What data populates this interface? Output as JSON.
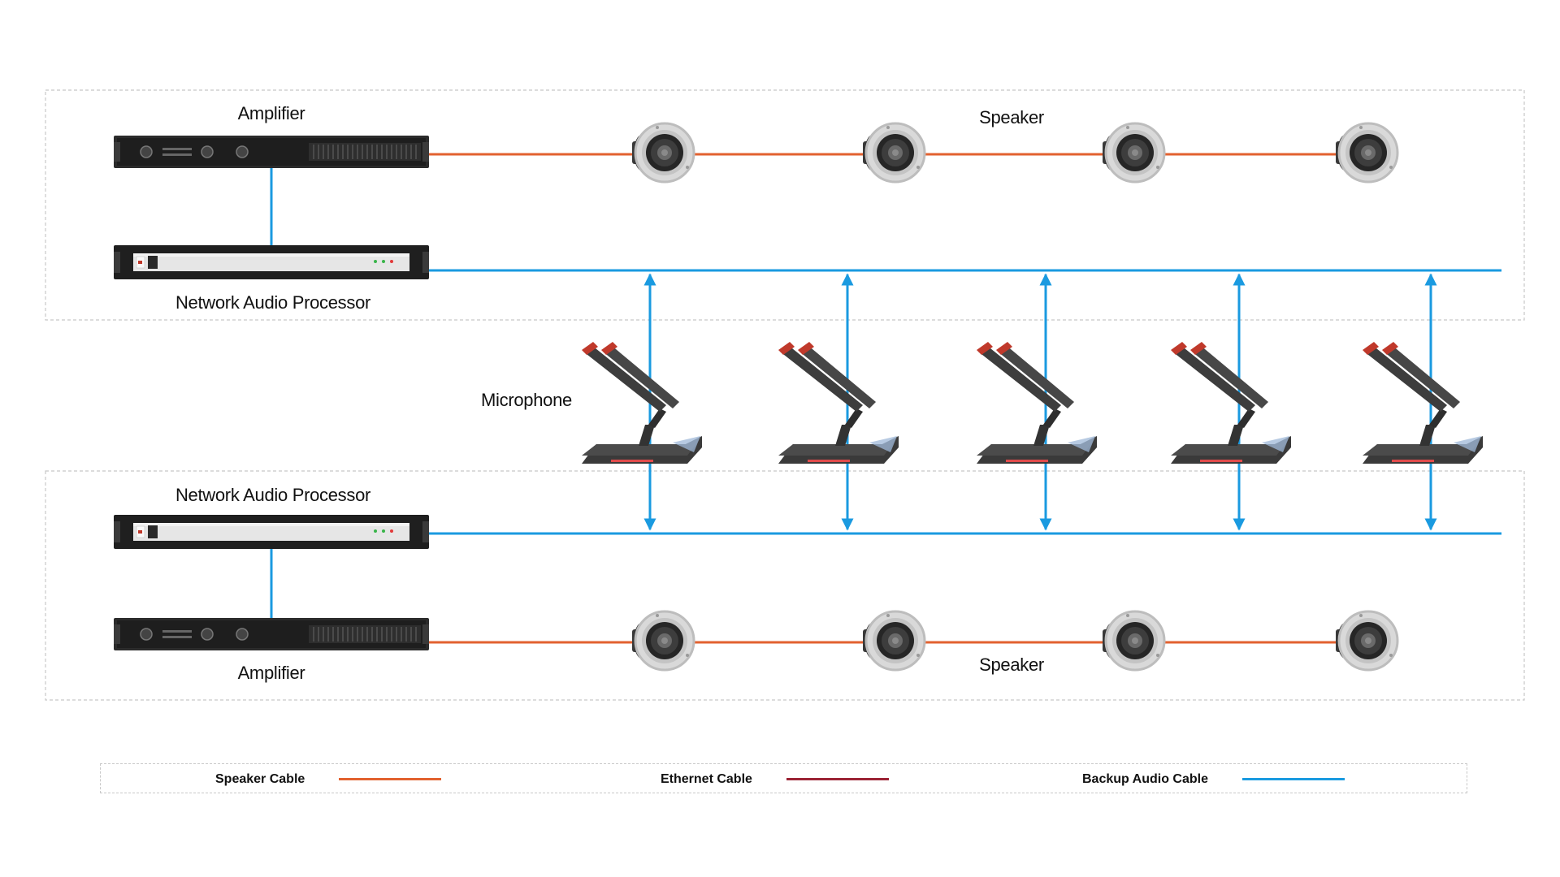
{
  "labels": {
    "amplifier": "Amplifier",
    "network_audio_processor": "Network Audio Processor",
    "speaker": "Speaker",
    "microphone": "Microphone"
  },
  "legend": [
    {
      "label": "Speaker Cable",
      "color": "#e2612f"
    },
    {
      "label": "Ethernet Cable",
      "color": "#9b2335"
    },
    {
      "label": "Backup Audio Cable",
      "color": "#1a9ae0"
    }
  ],
  "colors": {
    "speaker_cable": "#e2612f",
    "ethernet_cable": "#9b2335",
    "backup_audio_cable": "#1a9ae0",
    "frame_border": "#c8c8c8"
  },
  "devices": {
    "top_amplifier": "amplifier-icon",
    "top_processor": "network-audio-processor-icon",
    "bottom_processor": "network-audio-processor-icon",
    "bottom_amplifier": "amplifier-icon",
    "speakers_per_row": 4,
    "microphones": 5
  }
}
